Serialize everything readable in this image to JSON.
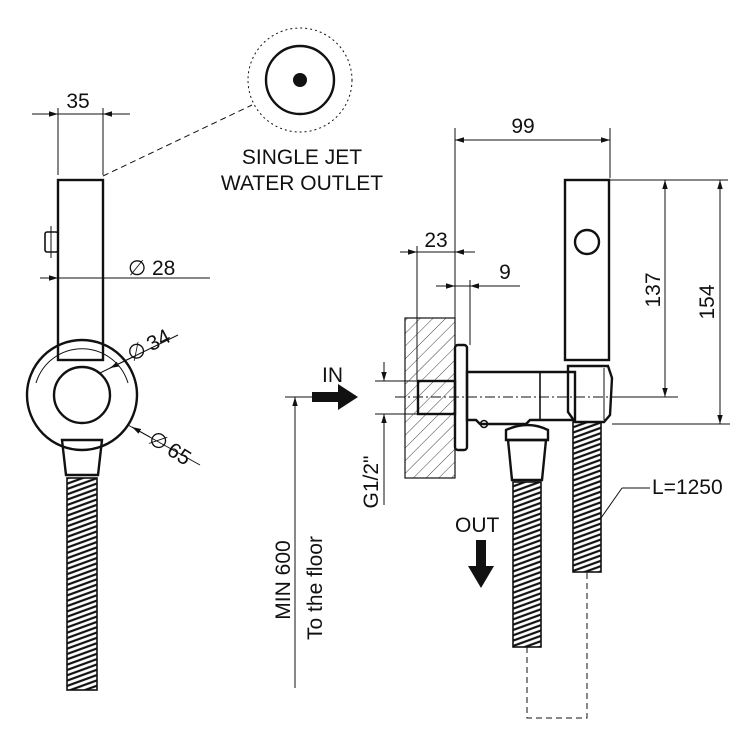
{
  "side_view": {
    "width_dim": "35",
    "diameter_28": "28",
    "diameter_34": "34",
    "diameter_65": "65",
    "diameter_symbol": "∅"
  },
  "detail": {
    "label_line1": "SINGLE JET",
    "label_line2": "WATER OUTLET"
  },
  "front_view": {
    "dim_99": "99",
    "dim_23": "23",
    "dim_9": "9",
    "dim_137": "137",
    "dim_154": "154",
    "thread": "G1/2\"",
    "inlet": "IN",
    "outlet": "OUT",
    "hose_length": "L=1250",
    "height_line1": "MIN 600",
    "height_line2": "To the floor"
  }
}
